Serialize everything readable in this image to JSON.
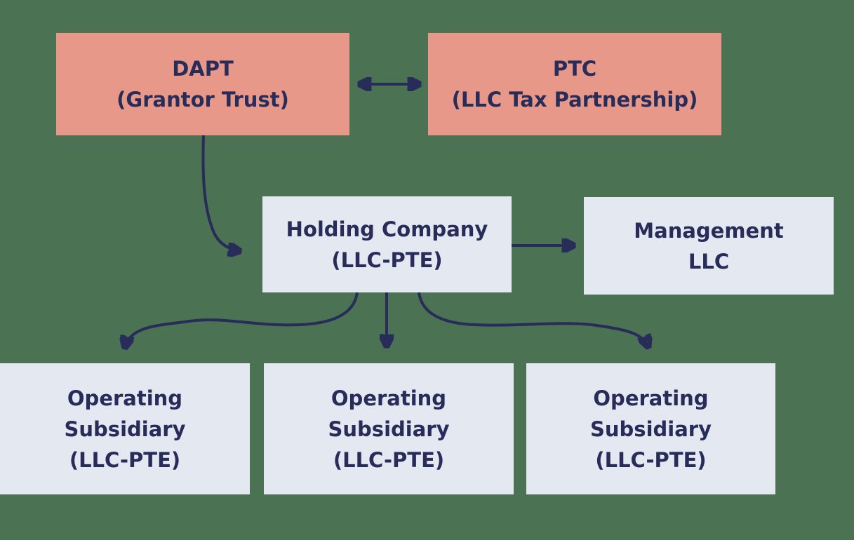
{
  "diagram": {
    "nodes": {
      "dapt": {
        "lines": [
          "DAPT",
          "(Grantor Trust)"
        ]
      },
      "ptc": {
        "lines": [
          "PTC",
          "(LLC Tax Partnership)"
        ]
      },
      "holding": {
        "lines": [
          "Holding Company",
          "(LLC-PTE)"
        ]
      },
      "management": {
        "lines": [
          "Management",
          "LLC"
        ]
      },
      "op1": {
        "lines": [
          "Operating",
          "Subsidiary",
          "(LLC-PTE)"
        ]
      },
      "op2": {
        "lines": [
          "Operating",
          "Subsidiary",
          "(LLC-PTE)"
        ]
      },
      "op3": {
        "lines": [
          "Operating",
          "Subsidiary",
          "(LLC-PTE)"
        ]
      }
    },
    "edges": [
      {
        "from": "DAPT (Grantor Trust)",
        "to": "PTC (LLC Tax Partnership)",
        "type": "bidirectional"
      },
      {
        "from": "DAPT (Grantor Trust)",
        "to": "Holding Company (LLC-PTE)",
        "type": "directed"
      },
      {
        "from": "Holding Company (LLC-PTE)",
        "to": "Management LLC",
        "type": "directed"
      },
      {
        "from": "Holding Company (LLC-PTE)",
        "to": "Operating Subsidiary (LLC-PTE) 1",
        "type": "directed"
      },
      {
        "from": "Holding Company (LLC-PTE)",
        "to": "Operating Subsidiary (LLC-PTE) 2",
        "type": "directed"
      },
      {
        "from": "Holding Company (LLC-PTE)",
        "to": "Operating Subsidiary (LLC-PTE) 3",
        "type": "directed"
      }
    ],
    "colors": {
      "background": "#4a7253",
      "trust_box": "#e89889",
      "entity_box": "#e4e8f1",
      "line_and_text": "#282c59"
    }
  }
}
